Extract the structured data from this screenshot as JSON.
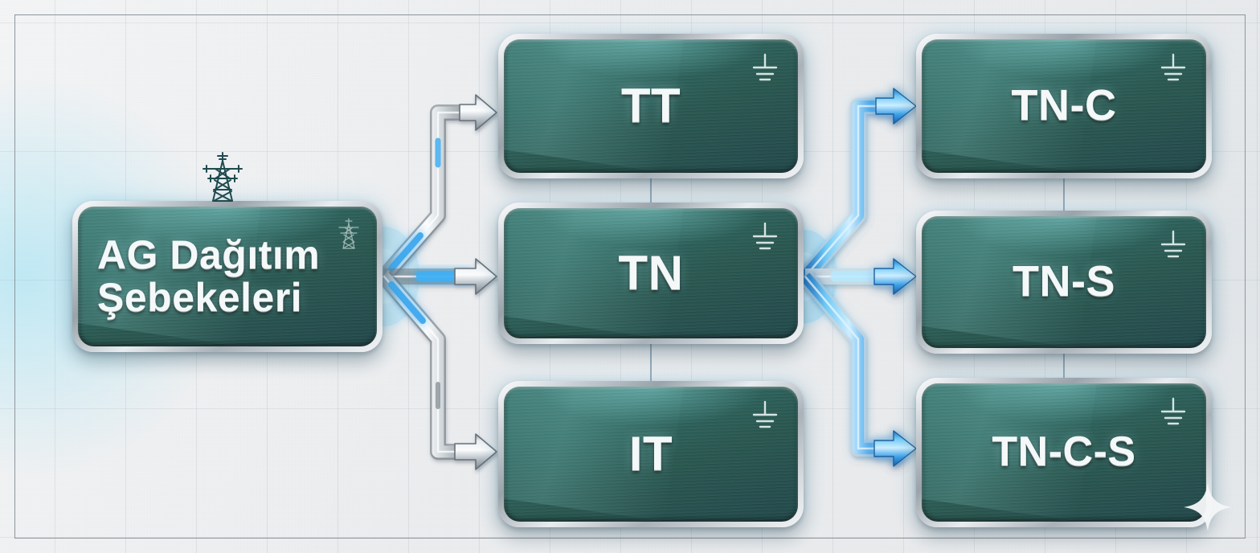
{
  "diagram": {
    "title_node": "AG Dağıtım\nŞebekeleri",
    "type": "flowchart",
    "language": "tr",
    "nodes": [
      {
        "id": "root",
        "label": "AG Dağıtım\nŞebekeleri",
        "icon": "pylon-icon",
        "level": 0
      },
      {
        "id": "tt",
        "label": "TT",
        "icon": "earth-ground-icon",
        "level": 1
      },
      {
        "id": "tn",
        "label": "TN",
        "icon": "earth-ground-icon",
        "level": 1
      },
      {
        "id": "it",
        "label": "IT",
        "icon": "earth-ground-icon",
        "level": 1
      },
      {
        "id": "tnc",
        "label": "TN-C",
        "icon": "earth-ground-icon",
        "level": 2
      },
      {
        "id": "tns",
        "label": "TN-S",
        "icon": "earth-ground-icon",
        "level": 2
      },
      {
        "id": "tncs",
        "label": "TN-C-S",
        "icon": "earth-ground-icon",
        "level": 2
      }
    ],
    "edges": [
      {
        "from": "root",
        "to": "tt",
        "style": "silver-pipe"
      },
      {
        "from": "root",
        "to": "tn",
        "style": "silver-pipe"
      },
      {
        "from": "root",
        "to": "it",
        "style": "silver-pipe"
      },
      {
        "from": "tn",
        "to": "tnc",
        "style": "blue-glow-pipe"
      },
      {
        "from": "tn",
        "to": "tns",
        "style": "blue-glow-pipe"
      },
      {
        "from": "tn",
        "to": "tncs",
        "style": "blue-glow-pipe"
      }
    ],
    "colors": {
      "node_fill_dark": "#21474a",
      "node_fill_light": "#3d7a74",
      "node_bezel": "#9aa3aa",
      "label_text": "#f4f8f8",
      "background": "#edeff0",
      "grid_line": "#a0acb4",
      "frame_border": "#8e969c",
      "accent_blue": "#2f9ee6",
      "glow_cyan": "#8fe3f5"
    }
  },
  "labels": {
    "root": "AG Dağıtım\nŞebekeleri",
    "tt": "TT",
    "tn": "TN",
    "it": "IT",
    "tnc": "TN-C",
    "tns": "TN-S",
    "tncs": "TN-C-S"
  },
  "icons": {
    "ground": "earth-ground-icon",
    "pylon": "transmission-tower-icon",
    "sparkle": "sparkle-icon"
  }
}
